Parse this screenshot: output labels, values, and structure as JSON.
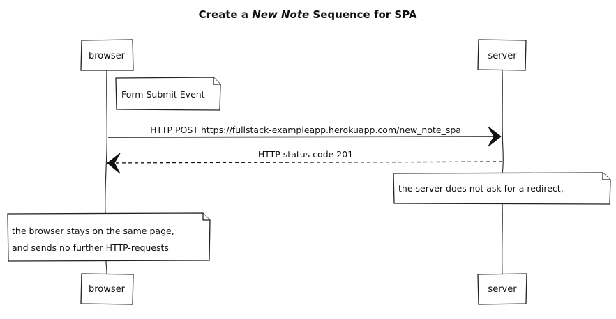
{
  "diagram": {
    "type": "sequence",
    "title": {
      "prefix": "Create a ",
      "emphasis": "New Note",
      "suffix": " Sequence for SPA"
    },
    "participants": [
      {
        "id": "browser",
        "label": "browser"
      },
      {
        "id": "server",
        "label": "server"
      }
    ],
    "notes": [
      {
        "id": "form-submit",
        "lines": [
          "Form Submit Event"
        ]
      },
      {
        "id": "server-no-redirect",
        "lines": [
          "the server does not ask for a redirect,"
        ]
      },
      {
        "id": "browser-stays",
        "lines": [
          "the browser stays on the same page,",
          "and sends no further HTTP-requests"
        ]
      }
    ],
    "messages": [
      {
        "id": "post",
        "from": "browser",
        "to": "server",
        "style": "solid",
        "label": "HTTP POST https://fullstack-exampleapp.herokuapp.com/new_note_spa"
      },
      {
        "id": "status",
        "from": "server",
        "to": "browser",
        "style": "dashed",
        "label": "HTTP status code 201"
      }
    ]
  },
  "colors": {
    "line": "#111111",
    "box_fill": "#ffffff",
    "background": "#ffffff"
  }
}
